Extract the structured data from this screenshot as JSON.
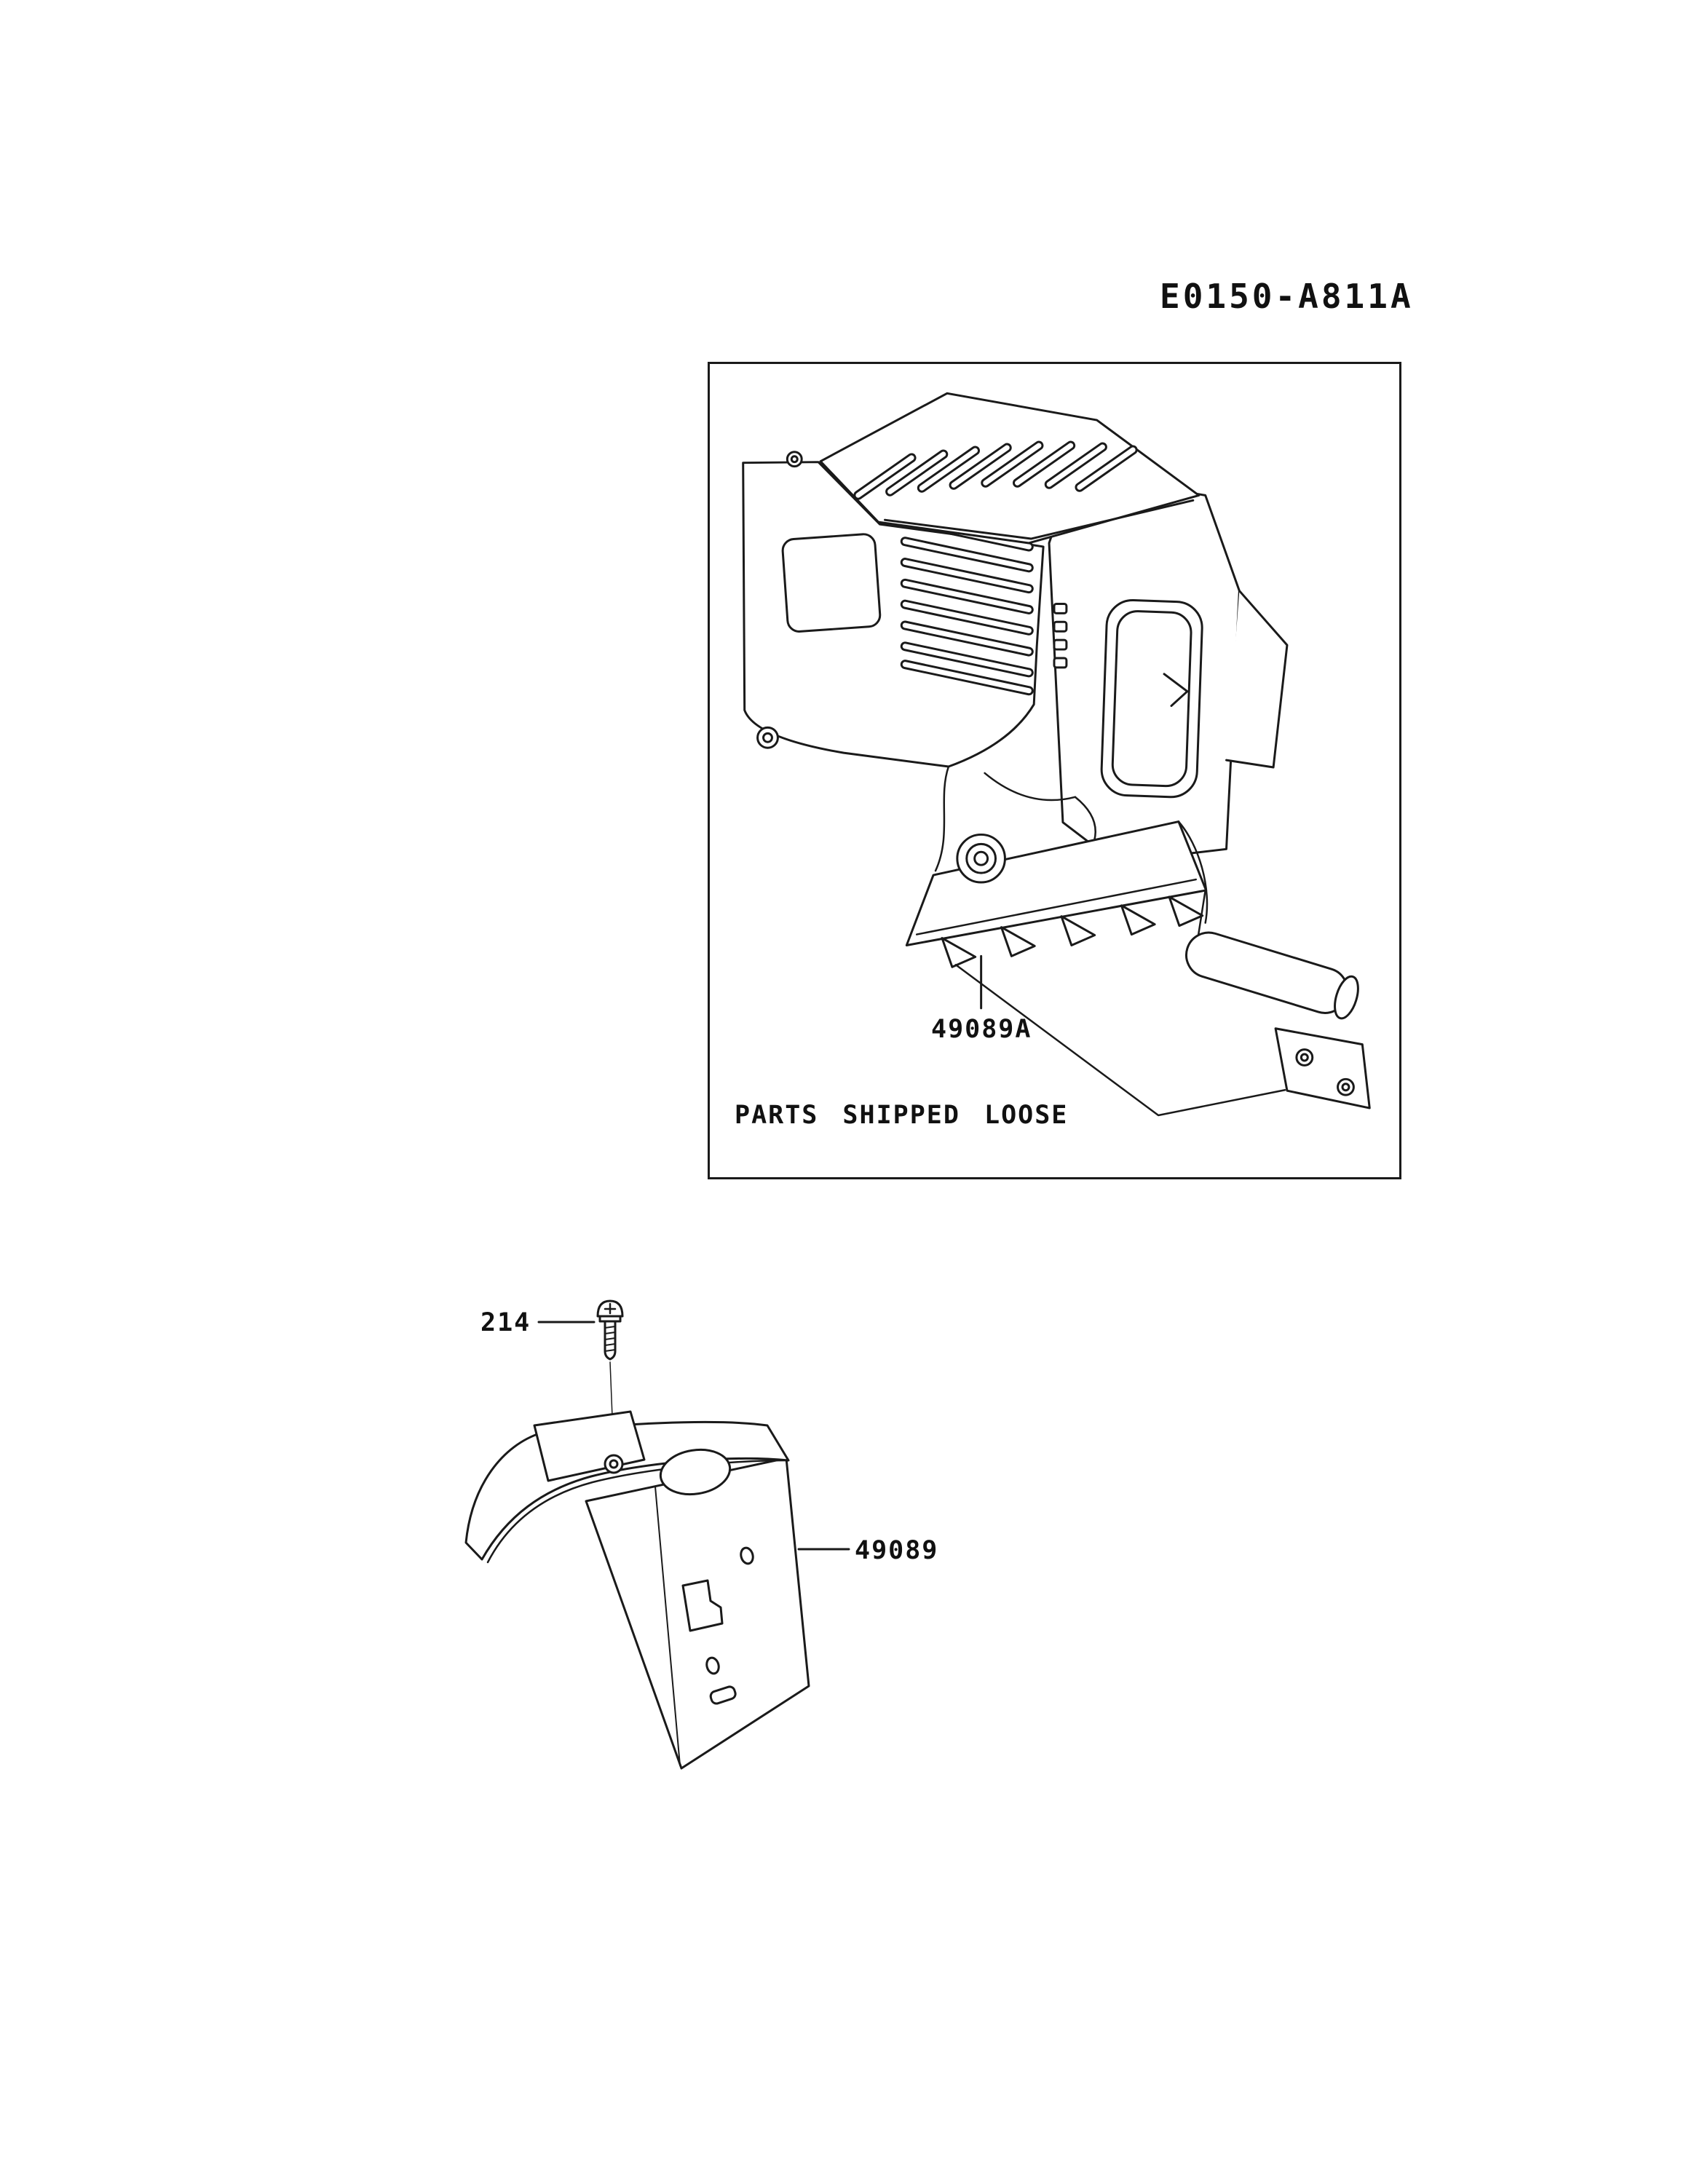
{
  "page": {
    "background": "#ffffff",
    "line_color": "#1a1a1a",
    "text_color": "#111111"
  },
  "header": {
    "drawing_number": "E0150-A811A"
  },
  "parts_box": {
    "note": "PARTS SHIPPED LOOSE",
    "illustration": "engine-fan-housing-assembly",
    "callouts": [
      {
        "ref": "49089A"
      }
    ]
  },
  "loose_parts": {
    "illustration": "screw-and-cover-bracket",
    "callouts": [
      {
        "ref": "214"
      },
      {
        "ref": "49089"
      }
    ]
  }
}
